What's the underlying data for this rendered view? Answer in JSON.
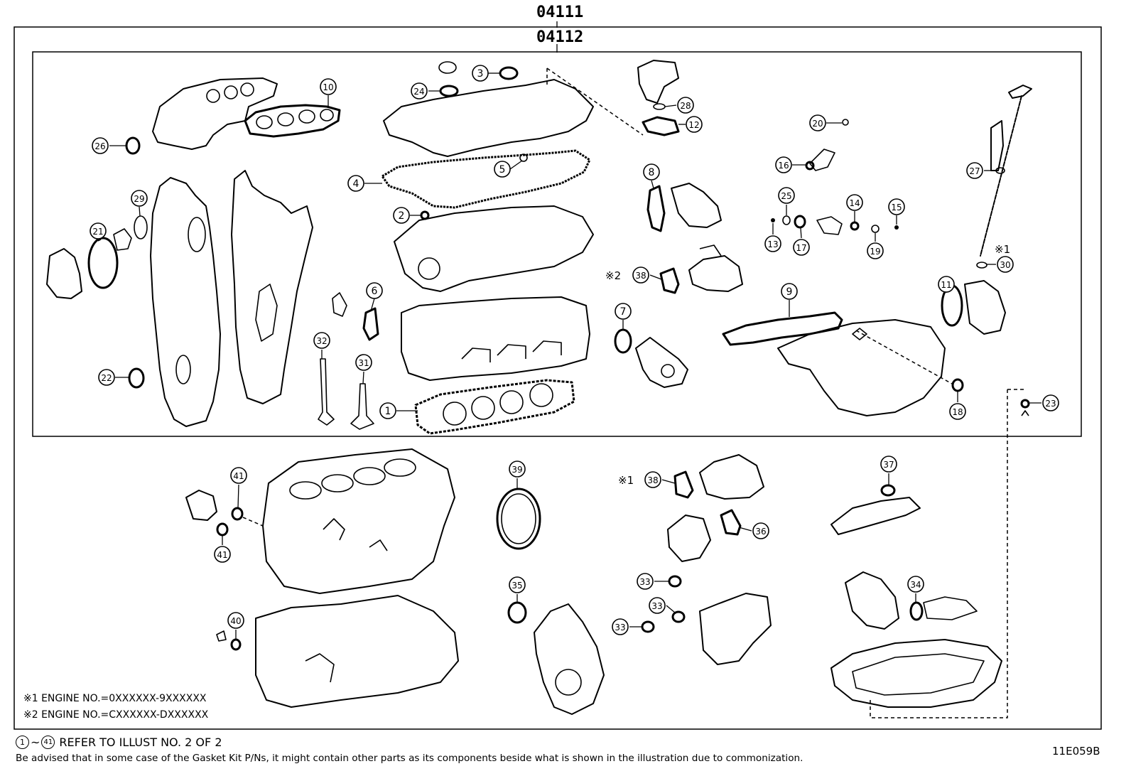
{
  "header": {
    "outer_code": "04111",
    "inner_code": "04112"
  },
  "callouts": [
    {
      "id": "c1",
      "num": "1"
    },
    {
      "id": "c2",
      "num": "2"
    },
    {
      "id": "c3",
      "num": "3"
    },
    {
      "id": "c4",
      "num": "4"
    },
    {
      "id": "c5",
      "num": "5"
    },
    {
      "id": "c6",
      "num": "6"
    },
    {
      "id": "c7",
      "num": "7"
    },
    {
      "id": "c8",
      "num": "8"
    },
    {
      "id": "c9",
      "num": "9"
    },
    {
      "id": "c10",
      "num": "10"
    },
    {
      "id": "c11",
      "num": "11"
    },
    {
      "id": "c12",
      "num": "12"
    },
    {
      "id": "c13",
      "num": "13"
    },
    {
      "id": "c14",
      "num": "14"
    },
    {
      "id": "c15",
      "num": "15"
    },
    {
      "id": "c16",
      "num": "16"
    },
    {
      "id": "c17",
      "num": "17"
    },
    {
      "id": "c18",
      "num": "18"
    },
    {
      "id": "c19",
      "num": "19"
    },
    {
      "id": "c20",
      "num": "20"
    },
    {
      "id": "c21",
      "num": "21"
    },
    {
      "id": "c22",
      "num": "22"
    },
    {
      "id": "c23",
      "num": "23"
    },
    {
      "id": "c24",
      "num": "24"
    },
    {
      "id": "c25",
      "num": "25"
    },
    {
      "id": "c26",
      "num": "26"
    },
    {
      "id": "c27",
      "num": "27"
    },
    {
      "id": "c28",
      "num": "28"
    },
    {
      "id": "c29",
      "num": "29"
    },
    {
      "id": "c30",
      "num": "30"
    },
    {
      "id": "c31",
      "num": "31"
    },
    {
      "id": "c32",
      "num": "32"
    },
    {
      "id": "c33a",
      "num": "33"
    },
    {
      "id": "c33b",
      "num": "33"
    },
    {
      "id": "c33c",
      "num": "33"
    },
    {
      "id": "c34",
      "num": "34"
    },
    {
      "id": "c35",
      "num": "35"
    },
    {
      "id": "c36",
      "num": "36"
    },
    {
      "id": "c37",
      "num": "37"
    },
    {
      "id": "c38a",
      "num": "38"
    },
    {
      "id": "c38b",
      "num": "38"
    },
    {
      "id": "c39",
      "num": "39"
    },
    {
      "id": "c40",
      "num": "40"
    },
    {
      "id": "c41a",
      "num": "41"
    },
    {
      "id": "c41b",
      "num": "41"
    }
  ],
  "markers": {
    "mark1": "※1",
    "mark2": "※2"
  },
  "engine_notes": [
    "※1 ENGINE NO.=0XXXXXX-9XXXXXX",
    "※2 ENGINE NO.=CXXXXXX-DXXXXXX"
  ],
  "footer": {
    "refer_start": "1",
    "refer_end": "41",
    "refer_text": "REFER TO ILLUST NO. 2 OF 2",
    "advice": "Be advised that in some case of the Gasket Kit P/Ns,  it might contain other parts as its components beside what is shown in the illustration due to commonization.",
    "figure_code": "11E059B"
  }
}
